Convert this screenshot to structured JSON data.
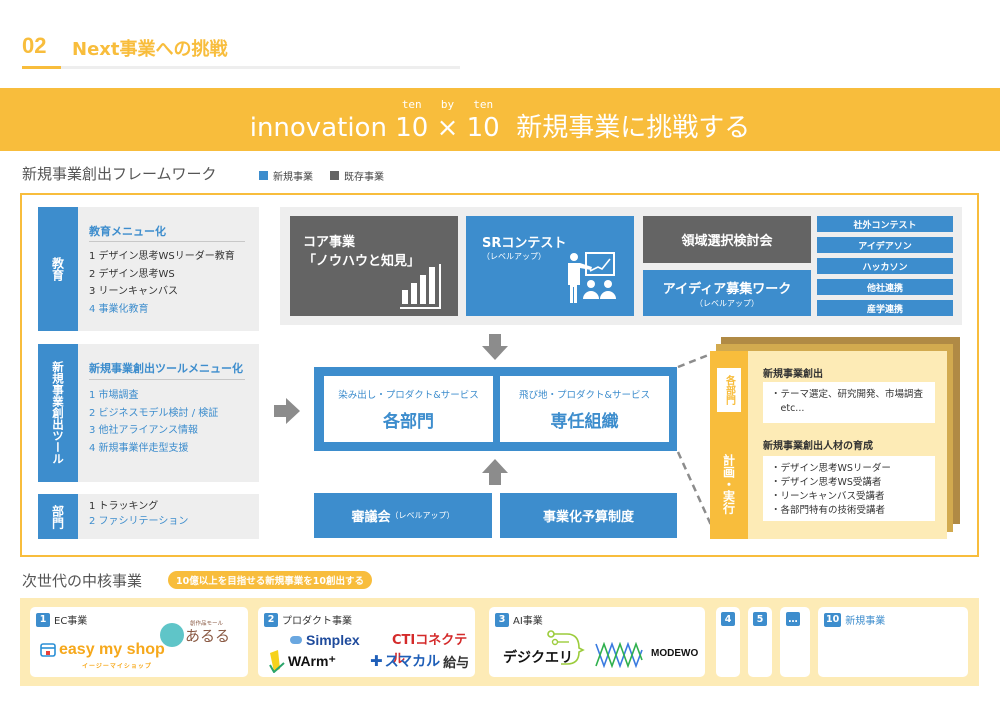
{
  "header": {
    "number": "02",
    "title": "Next事業への挑戦"
  },
  "banner": {
    "prefix": "innovation",
    "ten1": "10",
    "ten1_ruby": "ten",
    "times": "×",
    "times_ruby": "by",
    "ten2": "10",
    "ten2_ruby": "ten",
    "suffix": "新規事業に挑戦する"
  },
  "framework": {
    "title": "新規事業創出フレームワーク",
    "legend": [
      {
        "label": "新規事業",
        "color": "#3d8dcd"
      },
      {
        "label": "既存事業",
        "color": "#646464"
      }
    ],
    "left_blocks": [
      {
        "tag": "教育",
        "heading": "教育メニュー化",
        "items": [
          {
            "text": "1  デザイン思考WSリーダー教育",
            "highlight": false
          },
          {
            "text": "2  デザイン思考WS",
            "highlight": false
          },
          {
            "text": "3  リーンキャンバス",
            "highlight": false
          },
          {
            "text": "4  事業化教育",
            "highlight": true
          }
        ]
      },
      {
        "tag": "新規事業創出ツール",
        "heading": "新規事業創出ツールメニュー化",
        "items": [
          {
            "text": "1  市場調査",
            "highlight": true
          },
          {
            "text": "2  ビジネスモデル検討 / 検証",
            "highlight": true
          },
          {
            "text": "3  他社アライアンス情報",
            "highlight": true
          },
          {
            "text": "4  新規事業伴走型支援",
            "highlight": true
          }
        ]
      },
      {
        "tag": "部門",
        "heading": "",
        "items": [
          {
            "text": "1  トラッキング",
            "highlight": false
          },
          {
            "text": "2  ファシリテーション",
            "highlight": true
          }
        ]
      }
    ],
    "top_panel": {
      "core": {
        "line1": "コア事業",
        "line2": "「ノウハウと知見」"
      },
      "sr": {
        "title": "SRコンテスト",
        "sub": "（レベルアップ）"
      },
      "domain": {
        "title": "領域選択検討会"
      },
      "idea": {
        "title": "アイディア募集ワーク",
        "sub": "（レベルアップ）"
      },
      "side_buttons": [
        "社外コンテスト",
        "アイデアソン",
        "ハッカソン",
        "他社連携",
        "産学連携"
      ]
    },
    "center": {
      "left": {
        "sub": "染み出し・プロダクト&サービス",
        "main": "各部門"
      },
      "right": {
        "sub": "飛び地・プロダクト&サービス",
        "main": "専任組織"
      }
    },
    "bottom": {
      "council": {
        "main": "審議会",
        "sub": "（レベルアップ）"
      },
      "budget": "事業化予算制度"
    },
    "card": {
      "side_top": "各部門",
      "side_bottom": "計画・実行",
      "section1": {
        "heading": "新規事業創出",
        "items": [
          "・テーマ選定、研究開発、市場調査",
          "　etc..."
        ]
      },
      "section2": {
        "heading": "新規事業創出人材の育成",
        "items": [
          "・デザイン思考WSリーダー",
          "・デザイン思考WS受講者",
          "・リーンキャンバス受講者",
          "・各部門特有の技術受講者"
        ]
      }
    }
  },
  "next_core": {
    "title": "次世代の中核事業",
    "pill": "10億以上を目指せる新規事業を10創出する",
    "cards": [
      {
        "num": "1",
        "label": "EC事業",
        "logos": [
          "easy my shop",
          "イージーマイショップ",
          "創作品モール",
          "あるる"
        ]
      },
      {
        "num": "2",
        "label": "プロダクト事業",
        "logos": [
          "Simplex",
          "CTIコネクテル",
          "WArm⁺",
          "スマカル",
          "給与"
        ]
      },
      {
        "num": "3",
        "label": "AI事業",
        "logos": [
          "デジクエリ",
          "MODEWO"
        ]
      },
      {
        "num": "4",
        "label": ""
      },
      {
        "num": "5",
        "label": ""
      },
      {
        "num": "…",
        "label": ""
      },
      {
        "num": "10",
        "label": "新規事業"
      }
    ]
  },
  "colors": {
    "accent": "#f8bd3c",
    "blue": "#3d8dcd",
    "dark": "#646464",
    "cream": "#fdebb6"
  }
}
